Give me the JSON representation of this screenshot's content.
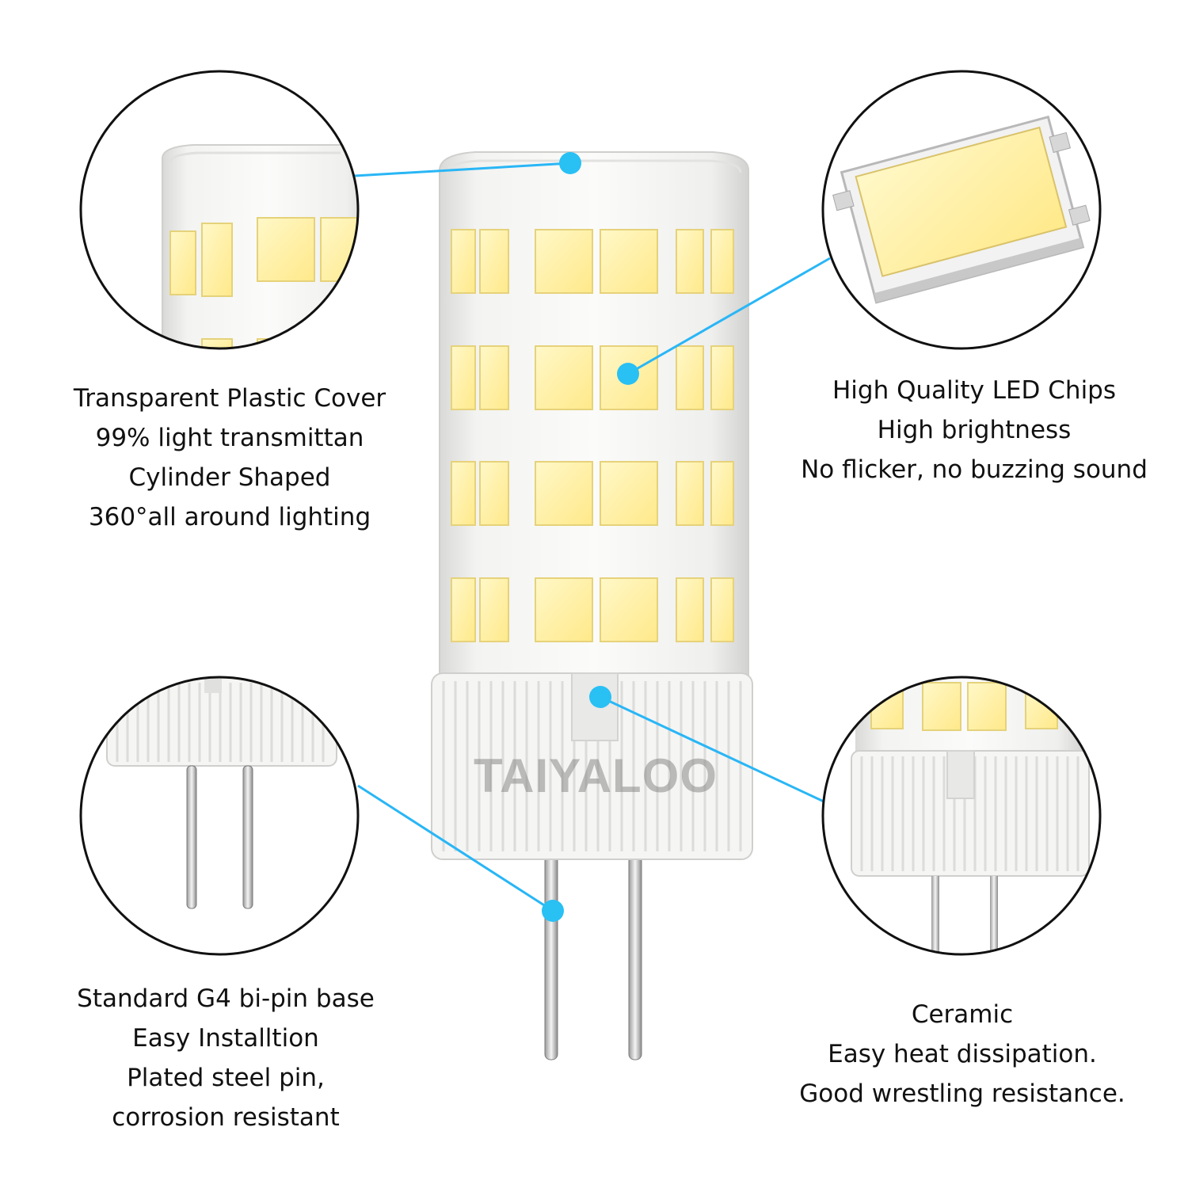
{
  "brand": {
    "watermark": "TAIYALOO"
  },
  "colors": {
    "callout_line": "#29B6F6",
    "callout_dot": "#29C0F4",
    "led_chip": "#FFF2A6",
    "led_chip_edge": "#E6D27A",
    "body": "#F4F4F2",
    "circle_border": "#111111"
  },
  "features": [
    {
      "id": "cover",
      "lines": [
        "Transparent Plastic Cover",
        "99% light transmittan",
        "Cylinder Shaped",
        "360°all around lighting"
      ]
    },
    {
      "id": "chips",
      "lines": [
        "High Quality LED Chips",
        "High brightness",
        "No flicker, no buzzing sound"
      ]
    },
    {
      "id": "base",
      "lines": [
        "Standard G4 bi-pin base",
        "Easy Installtion",
        "Plated steel pin,",
        "corrosion resistant"
      ]
    },
    {
      "id": "ceramic",
      "lines": [
        "Ceramic",
        "Easy heat dissipation.",
        "Good wrestling resistance."
      ]
    }
  ],
  "callouts": {
    "detail_circles": [
      "cover-detail",
      "led-chip-detail",
      "pin-base-detail",
      "ceramic-base-detail"
    ]
  }
}
